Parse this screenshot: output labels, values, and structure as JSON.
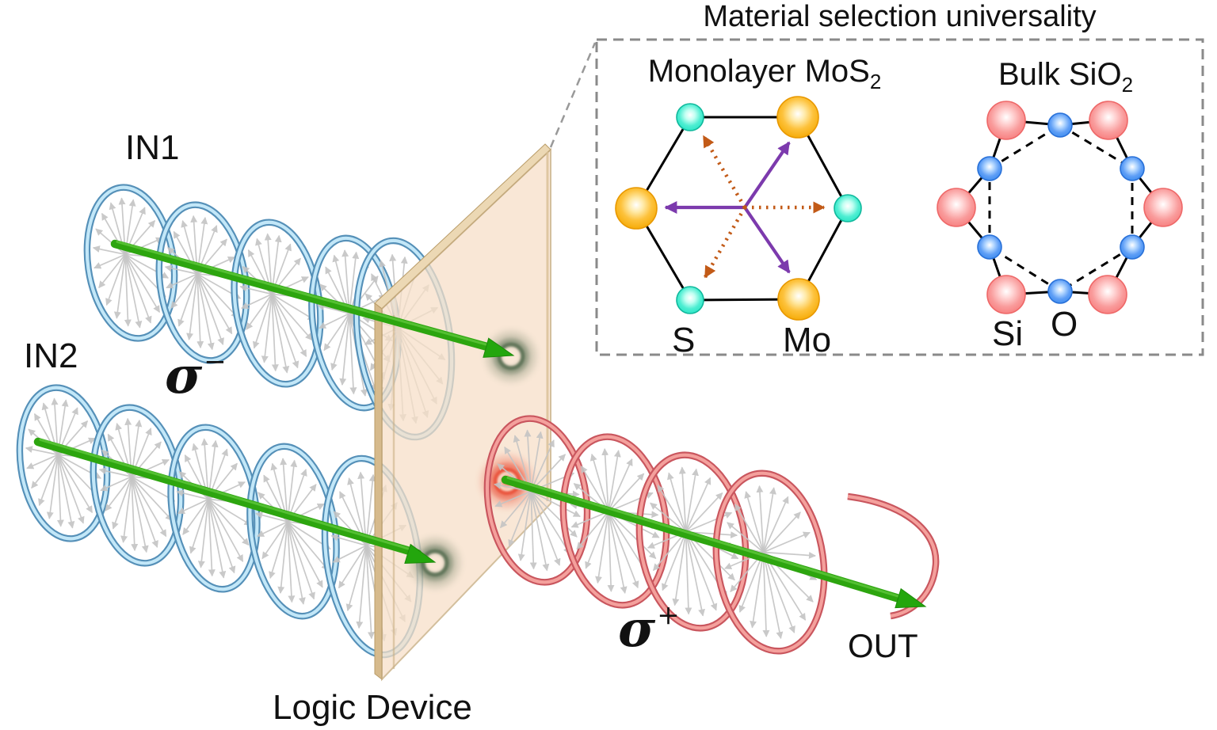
{
  "figure": {
    "inset_title": "Material selection universality",
    "device_label": "Logic Device",
    "labels": {
      "in1": "IN1",
      "in2": "IN2",
      "out": "OUT",
      "sigma_minus_base": "σ",
      "sigma_minus_sign": "−",
      "sigma_plus_base": "σ",
      "sigma_plus_sign": "+"
    },
    "inset": {
      "mos2": {
        "title_main": "Monolayer MoS",
        "title_sub": "2",
        "label_s": "S",
        "label_mo": "Mo",
        "ring_atoms": [
          "S",
          "Mo",
          "S",
          "Mo",
          "S",
          "Mo"
        ]
      },
      "sio2": {
        "title_main": "Bulk SiO",
        "title_sub": "2",
        "label_si": "Si",
        "label_o": "O",
        "ring_atoms": [
          "Si",
          "O",
          "Si",
          "O",
          "Si",
          "O",
          "Si",
          "O",
          "Si",
          "O",
          "Si",
          "O"
        ]
      }
    },
    "colors": {
      "mo_atom": "#f5a800",
      "s_atom": "#27e4c4",
      "si_atom": "#f87c7c",
      "o_atom": "#3b8bee",
      "purple_arrow": "#7c3aad",
      "orange_arrow": "#c25a17",
      "blue_ring_dark": "#5590b8",
      "blue_ring_light": "#c2e7f8",
      "red_ring_dark": "#c9565e",
      "red_ring_light": "#f4a09c",
      "beam_green": "#2da50f",
      "glow_green": "#50684c",
      "glow_red": "#e8432c",
      "plate_fill": "#f7e0c8",
      "plate_edge": "#c4a97c",
      "gray_arrow": "#c4c4c4",
      "bond_black": "#000000",
      "box_dash": "#8a8a8a"
    }
  }
}
